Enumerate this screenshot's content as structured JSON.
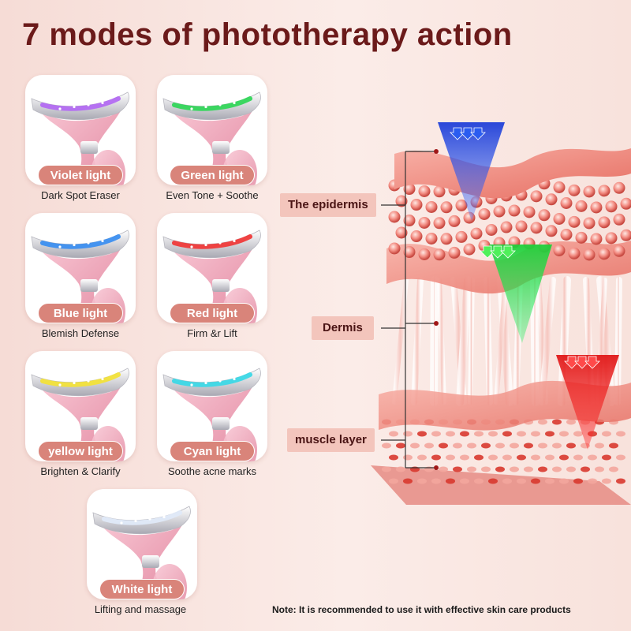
{
  "title": "7 modes of phototherapy action",
  "modes": [
    {
      "label": "Violet light",
      "caption": "Dark Spot Eraser",
      "color": "#b36cf2"
    },
    {
      "label": "Green light",
      "caption": "Even Tone + Soothe",
      "color": "#33d65a"
    },
    {
      "label": "Blue light",
      "caption": "Blemish Defense",
      "color": "#3c8ff0"
    },
    {
      "label": "Red light",
      "caption": "Firm &r Lift",
      "color": "#ef3a3a"
    },
    {
      "label": "yellow light",
      "caption": "Brighten & Clarify",
      "color": "#f2e23a"
    },
    {
      "label": "Cyan light",
      "caption": "Soothe acne marks",
      "color": "#3cd8e6"
    },
    {
      "label": "White light",
      "caption": "Lifting and massage",
      "color": "#dfe9f8"
    }
  ],
  "layers": {
    "epidermis": "The epidermis",
    "dermis": "Dermis",
    "muscle": "muscle layer"
  },
  "note": "Note: It is recommended to use it with effective skin care products",
  "colors": {
    "title": "#6b1a1a",
    "pill": "#d9847a",
    "label_bg": "#f3c5bc",
    "beam_blue": "#1f3fd8",
    "beam_green": "#1fd03a",
    "beam_red": "#e01818"
  }
}
